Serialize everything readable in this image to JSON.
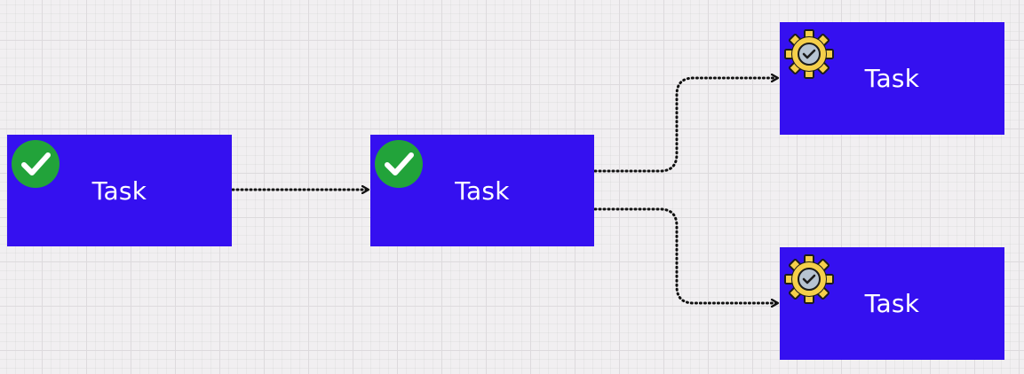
{
  "diagram": {
    "colors": {
      "canvas_background": "#f1eff1",
      "grid_line": "#dddadd",
      "task_fill": "#3510f0",
      "task_text": "#ffffff",
      "connector": "#111111",
      "check_badge": "#22a33a",
      "gear_fill": "#f5cf4a",
      "gear_outline": "#1c1c1c",
      "gear_center": "#b7c4d2"
    },
    "tasks": [
      {
        "id": "task-1",
        "label": "Task",
        "status_icon": "check-circle-icon"
      },
      {
        "id": "task-2",
        "label": "Task",
        "status_icon": "check-circle-icon"
      },
      {
        "id": "task-3",
        "label": "Task",
        "status_icon": "gear-check-icon"
      },
      {
        "id": "task-4",
        "label": "Task",
        "status_icon": "gear-check-icon"
      }
    ],
    "connections": [
      {
        "from": "task-1",
        "to": "task-2",
        "style": "dotted"
      },
      {
        "from": "task-2",
        "to": "task-3",
        "style": "dotted"
      },
      {
        "from": "task-2",
        "to": "task-4",
        "style": "dotted"
      }
    ]
  }
}
